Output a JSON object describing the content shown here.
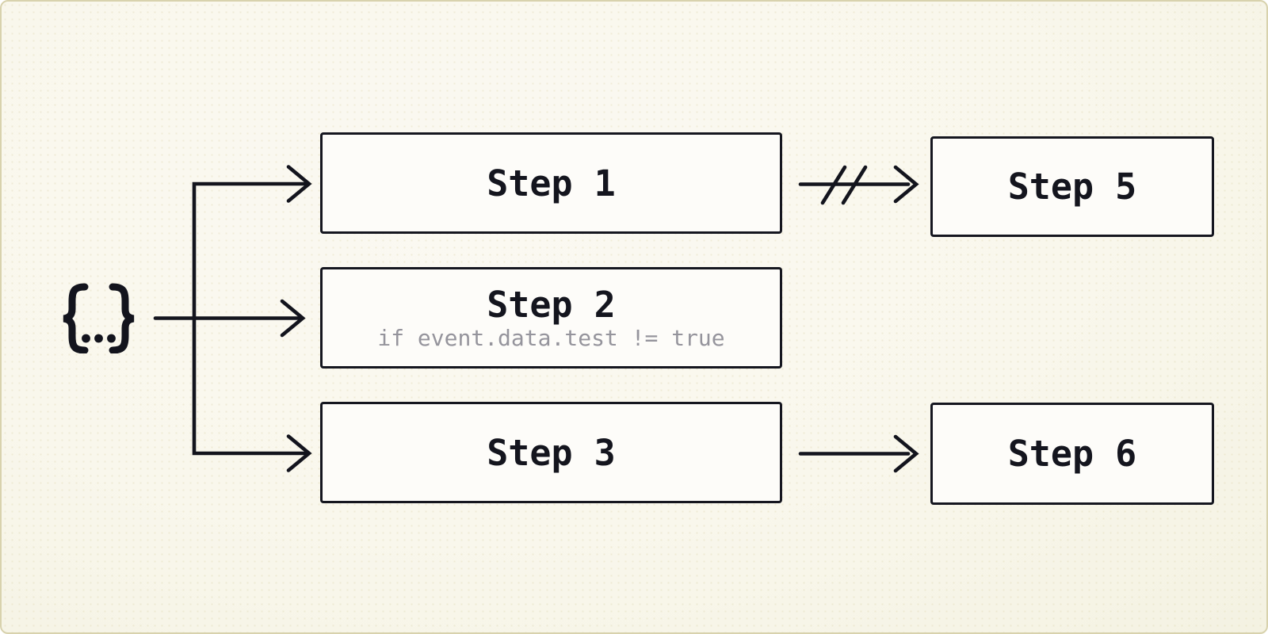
{
  "source": {
    "label": "{...}"
  },
  "steps": [
    {
      "title": "Step 1"
    },
    {
      "title": "Step 2",
      "subtitle": "if event.data.test != true"
    },
    {
      "title": "Step 3"
    },
    {
      "title": "Step 5"
    },
    {
      "title": "Step 6"
    }
  ],
  "graph": {
    "source_symbol": "{...}",
    "edges": [
      {
        "from": "source",
        "to": [
          "Step 1",
          "Step 2",
          "Step 3"
        ],
        "style": "fan-out-arrows"
      },
      {
        "from": "Step 1",
        "to": "Step 5",
        "style": "broken-arrow-double-slash"
      },
      {
        "from": "Step 3",
        "to": "Step 6",
        "style": "arrow"
      }
    ]
  },
  "colors": {
    "background": "#f9f7ec",
    "background_edge": "#f4f2e2",
    "frame_border": "#d8d2ad",
    "node_fill": "#fdfcf9",
    "node_border": "#15161f",
    "ink": "#13141d",
    "muted_text": "#95949c"
  }
}
